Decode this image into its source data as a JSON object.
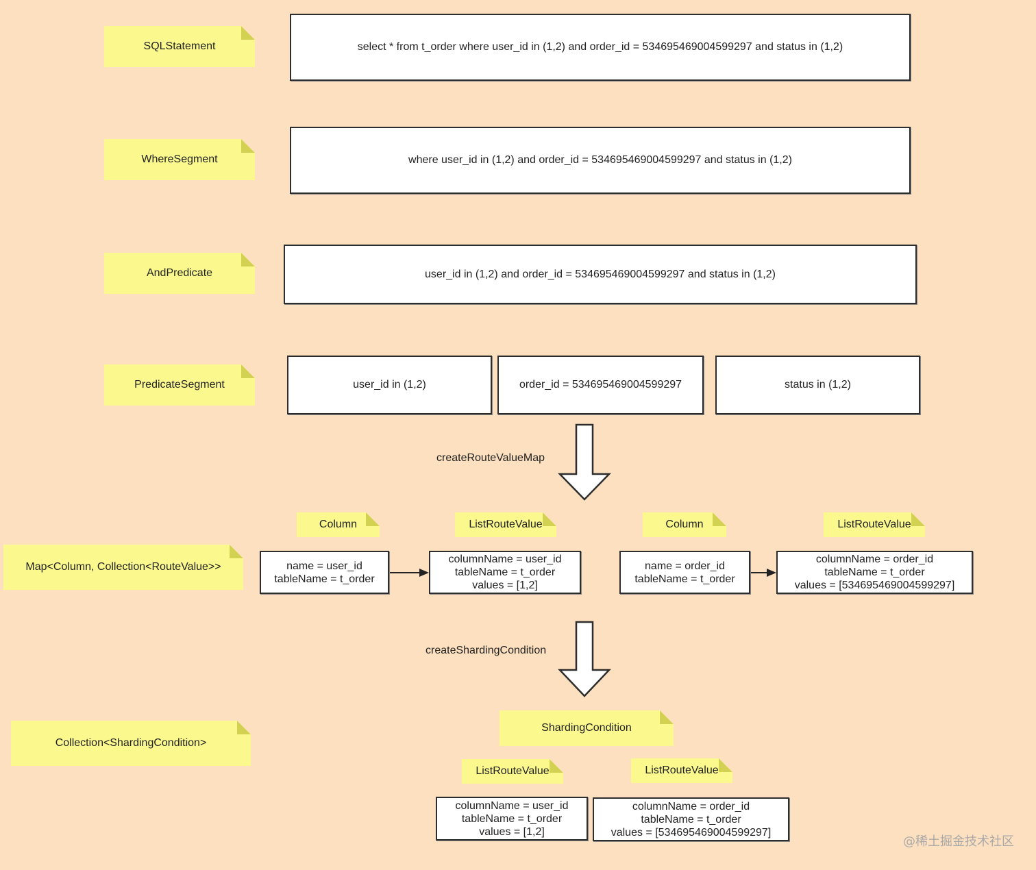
{
  "notes": {
    "sql_statement": "SQLStatement",
    "where_segment": "WhereSegment",
    "and_predicate": "AndPredicate",
    "predicate_segment": "PredicateSegment",
    "map_type": "Map<Column, Collection<RouteValue>>",
    "collection_type": "Collection<ShardingCondition>",
    "column_1": "Column",
    "column_2": "Column",
    "list_route_value_1": "ListRouteValue",
    "list_route_value_2": "ListRouteValue",
    "sharding_condition": "ShardingCondition",
    "list_route_value_3": "ListRouteValue",
    "list_route_value_4": "ListRouteValue"
  },
  "boxes": {
    "sql": "select * from t_order where user_id in (1,2) and order_id = 534695469004599297 and status in (1,2)",
    "where": "where user_id in (1,2) and order_id = 534695469004599297 and status in (1,2)",
    "and": "user_id in (1,2) and order_id = 534695469004599297 and status in (1,2)",
    "pred1": "user_id in (1,2)",
    "pred2": "order_id = 534695469004599297",
    "pred3": "status in (1,2)",
    "col1": {
      "line1": "name = user_id",
      "line2": "tableName = t_order"
    },
    "rv1": {
      "line1": "columnName = user_id",
      "line2": "tableName = t_order",
      "line3": "values = [1,2]"
    },
    "col2": {
      "line1": "name = order_id",
      "line2": "tableName = t_order"
    },
    "rv2": {
      "line1": "columnName = order_id",
      "line2": "tableName = t_order",
      "line3": "values = [534695469004599297]"
    },
    "sc1": {
      "line1": "columnName = user_id",
      "line2": "tableName = t_order",
      "line3": "values = [1,2]"
    },
    "sc2": {
      "line1": "columnName = order_id",
      "line2": "tableName = t_order",
      "line3": "values = [534695469004599297]"
    }
  },
  "arrows": {
    "create_route_value_map": "createRouteValueMap",
    "create_sharding_condition": "createShardingCondition"
  },
  "watermark": "@稀土掘金技术社区"
}
